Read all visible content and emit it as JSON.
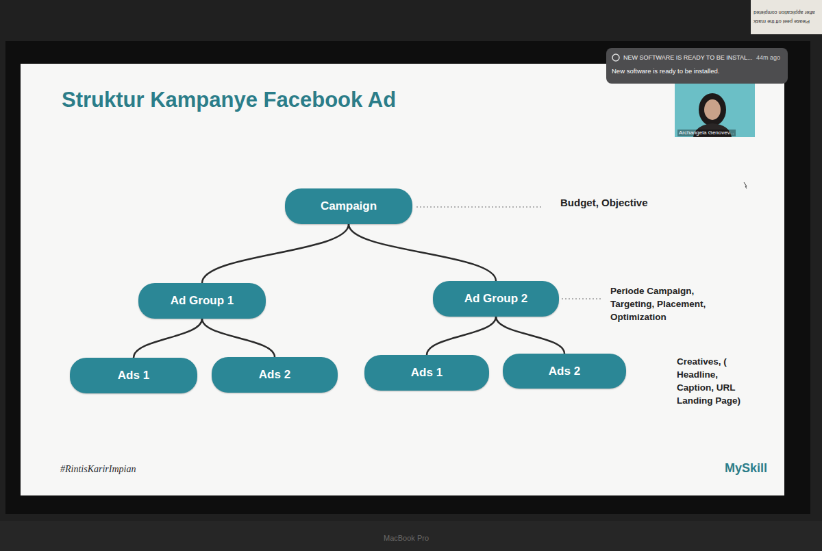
{
  "diagram": {
    "title": "Struktur Kampanye Facebook Ad",
    "nodes": [
      {
        "text": [
          "Campaign"
        ]
      },
      {
        "text": [
          "Ad Group 1"
        ]
      },
      {
        "text": [
          "Ad Group 2"
        ]
      },
      {
        "text": [
          "Ads 1"
        ]
      },
      {
        "text": [
          "Ads 2"
        ]
      },
      {
        "text": [
          "Ads 1"
        ]
      },
      {
        "text": [
          "Ads 2"
        ]
      }
    ],
    "edges": [
      {
        "from": 0,
        "to": 1,
        "arrow": "none"
      },
      {
        "from": 0,
        "to": 2,
        "arrow": "none"
      },
      {
        "from": 1,
        "to": 3,
        "arrow": "none"
      },
      {
        "from": 1,
        "to": 4,
        "arrow": "none"
      },
      {
        "from": 2,
        "to": 5,
        "arrow": "none"
      },
      {
        "from": 2,
        "to": 6,
        "arrow": "none"
      }
    ],
    "labels": [
      "NEW SOFTWARE IS READY TO BE INSTAL...",
      "44m ago",
      "New software is ready to be installed.",
      "Archangela Genovev...",
      "Budget, Objective",
      "Periode Campaign, Targeting, Placement, Optimization",
      "Creatives, ( Headline, Caption, URL Landing Page)",
      "#RintisKarirImpian",
      "MySkill",
      "MacBook Pro",
      "Please peel off the mask",
      "after application completed"
    ]
  }
}
